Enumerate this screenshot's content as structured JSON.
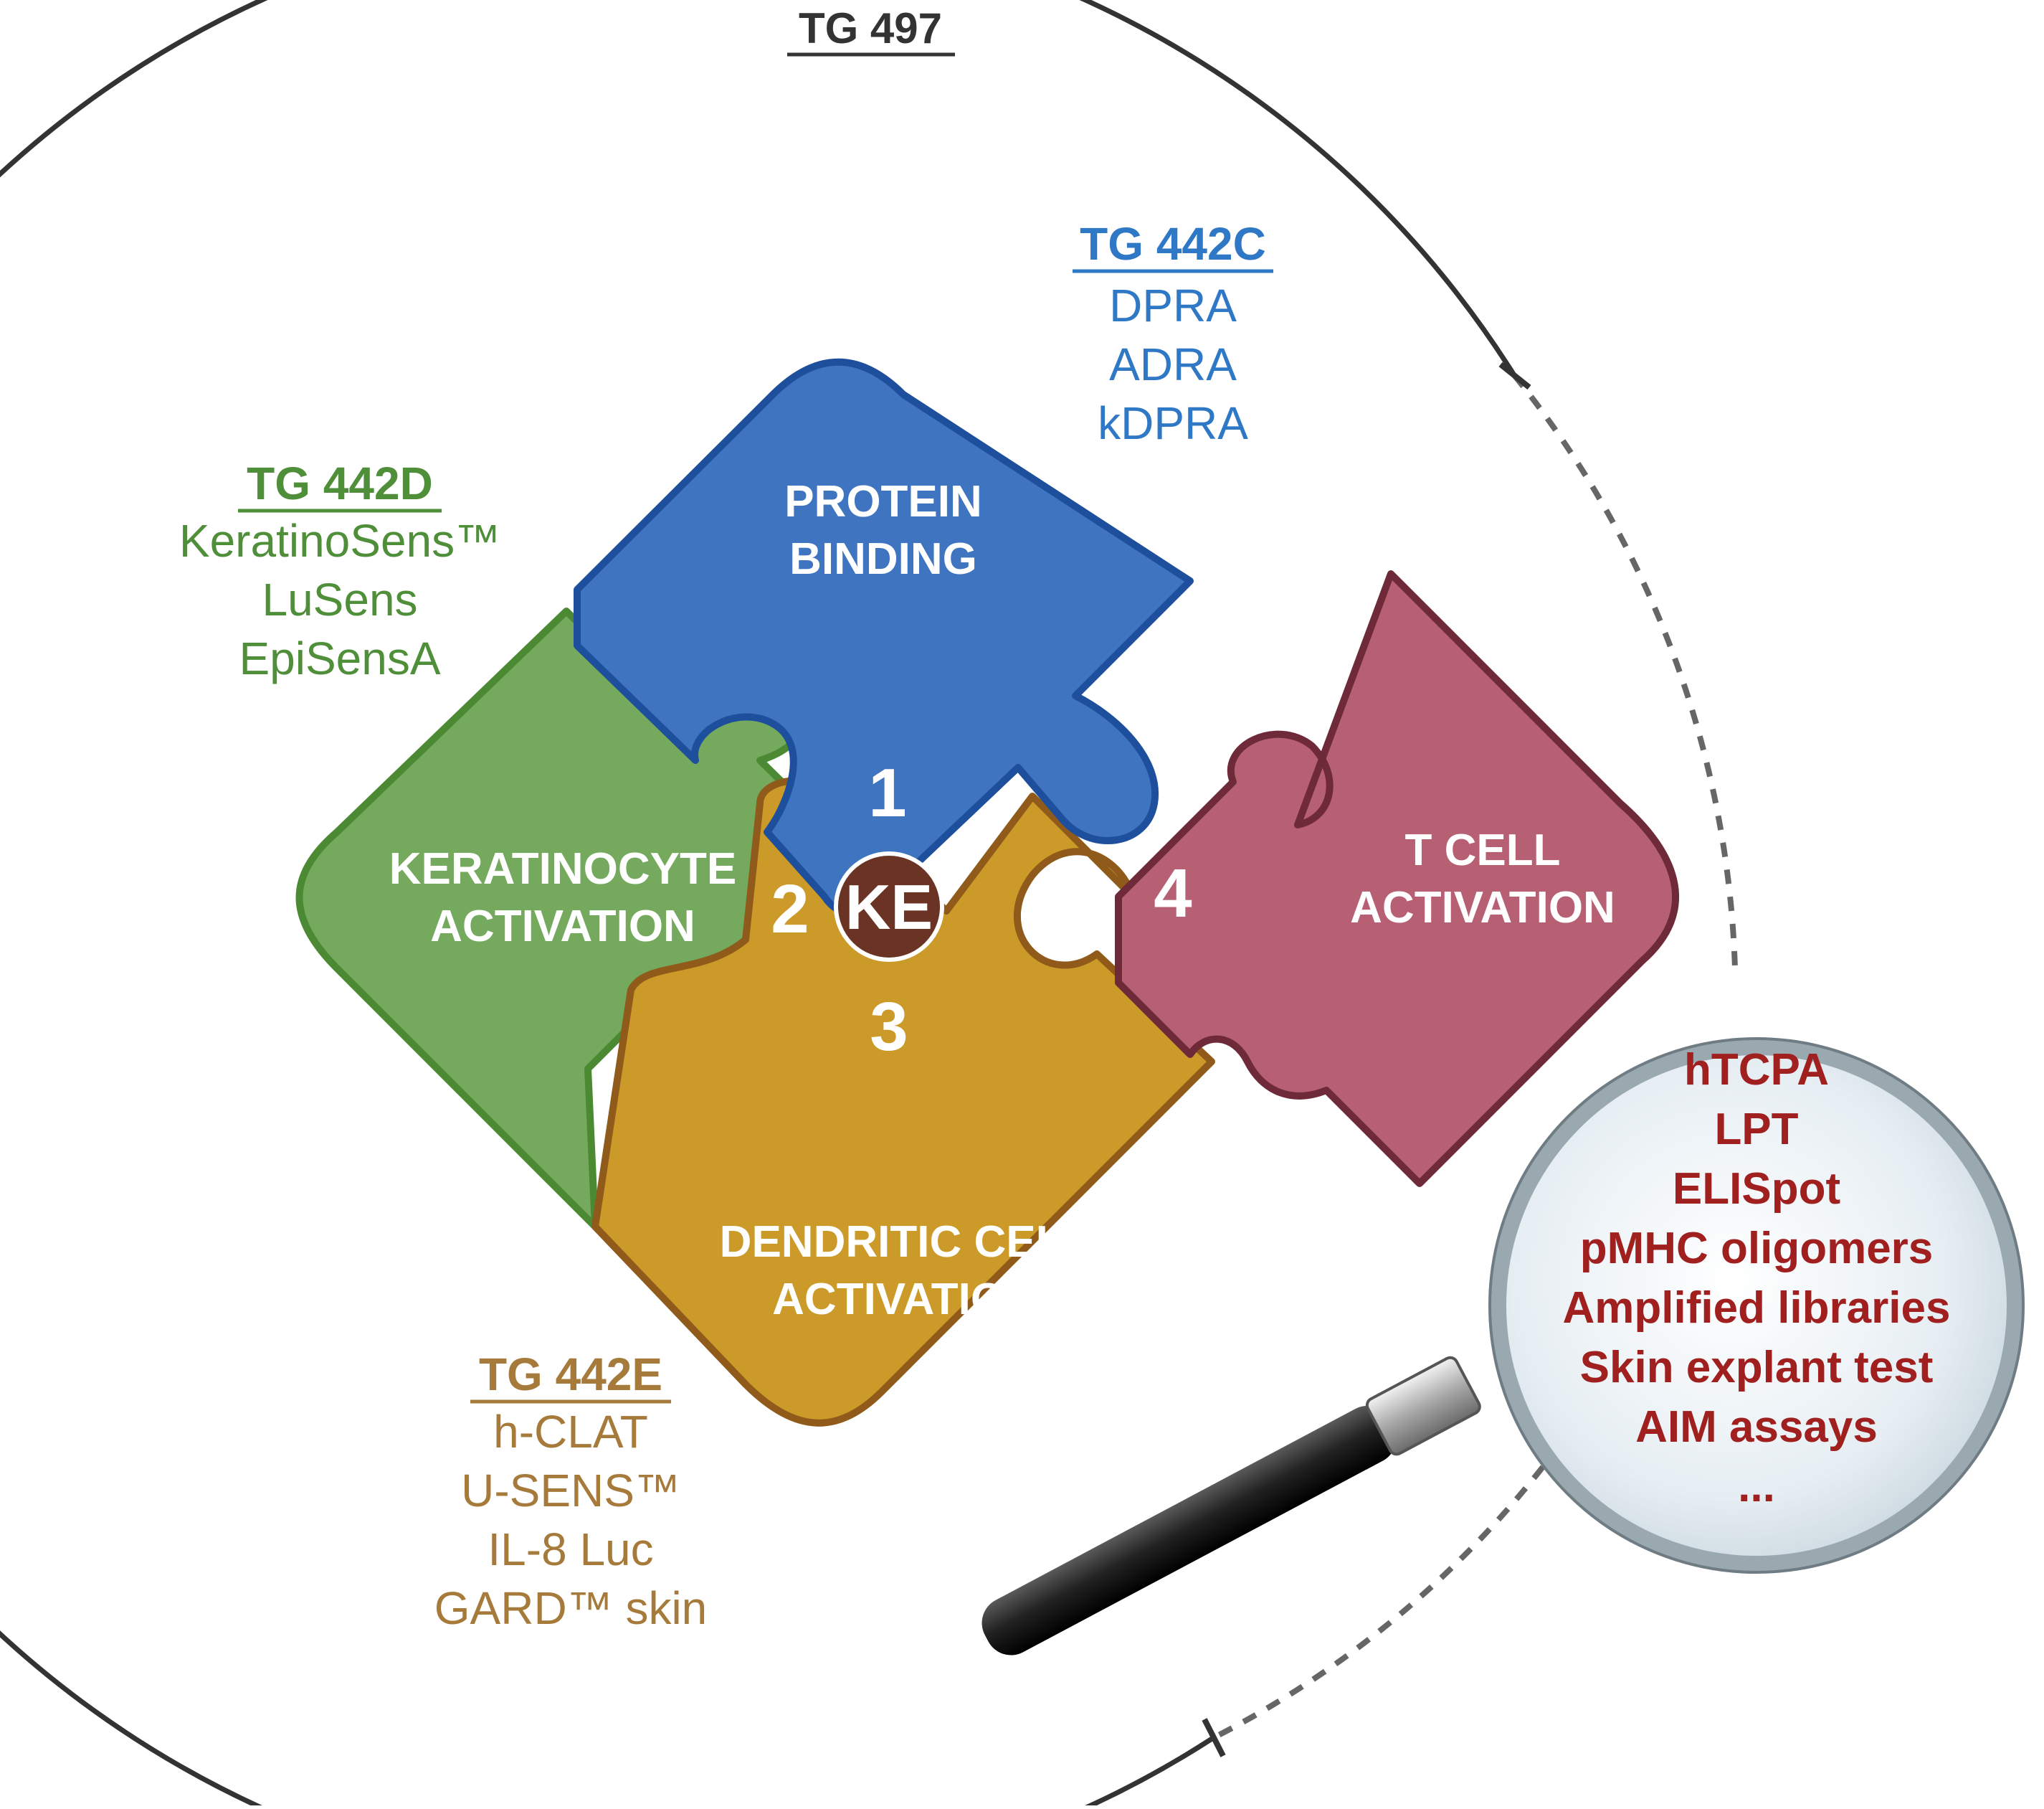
{
  "outer": {
    "label": "TG 497"
  },
  "groups": {
    "blue": {
      "heading": "TG 442C",
      "items": [
        "DPRA",
        "ADRA",
        "kDPRA"
      ]
    },
    "green": {
      "heading": "TG 442D",
      "items": [
        "KeratinoSens™",
        "LuSens",
        "EpiSensA"
      ]
    },
    "gold": {
      "heading": "TG 442E",
      "items": [
        "h-CLAT",
        "U-SENS™",
        "IL-8 Luc",
        "GARD™ skin"
      ]
    },
    "magnifier": {
      "items": [
        "hTCPA",
        "LPT",
        "ELISpot",
        "pMHC oligomers",
        "Amplified libraries",
        "Skin explant test",
        "AIM assays",
        "..."
      ]
    }
  },
  "pieces": {
    "blue": {
      "line1": "PROTEIN",
      "line2": "BINDING",
      "number": "1"
    },
    "green": {
      "line1": "KERATINOCYTE",
      "line2": "ACTIVATION",
      "number": "2"
    },
    "gold": {
      "line1": "DENDRITIC CELL",
      "line2": "ACTIVATION",
      "number": "3"
    },
    "red": {
      "line1": "T CELL",
      "line2": "ACTIVATION",
      "number": "4"
    }
  },
  "center": {
    "label": "KE"
  },
  "colors": {
    "blue_fill": "#3f75c0",
    "blue_stroke": "#1e4f9c",
    "blue_text": "#2f78c6",
    "green_fill": "#74a95e",
    "green_stroke": "#4b8a33",
    "green_text": "#4f8f3a",
    "gold_fill": "#cc9a28",
    "gold_stroke": "#8f5a1a",
    "gold_text": "#a67a3a",
    "red_fill": "#b76073",
    "red_stroke": "#6e2a38",
    "dark_red_text": "#a01f1f",
    "center_fill": "#6a3324",
    "outline": "#333333"
  }
}
